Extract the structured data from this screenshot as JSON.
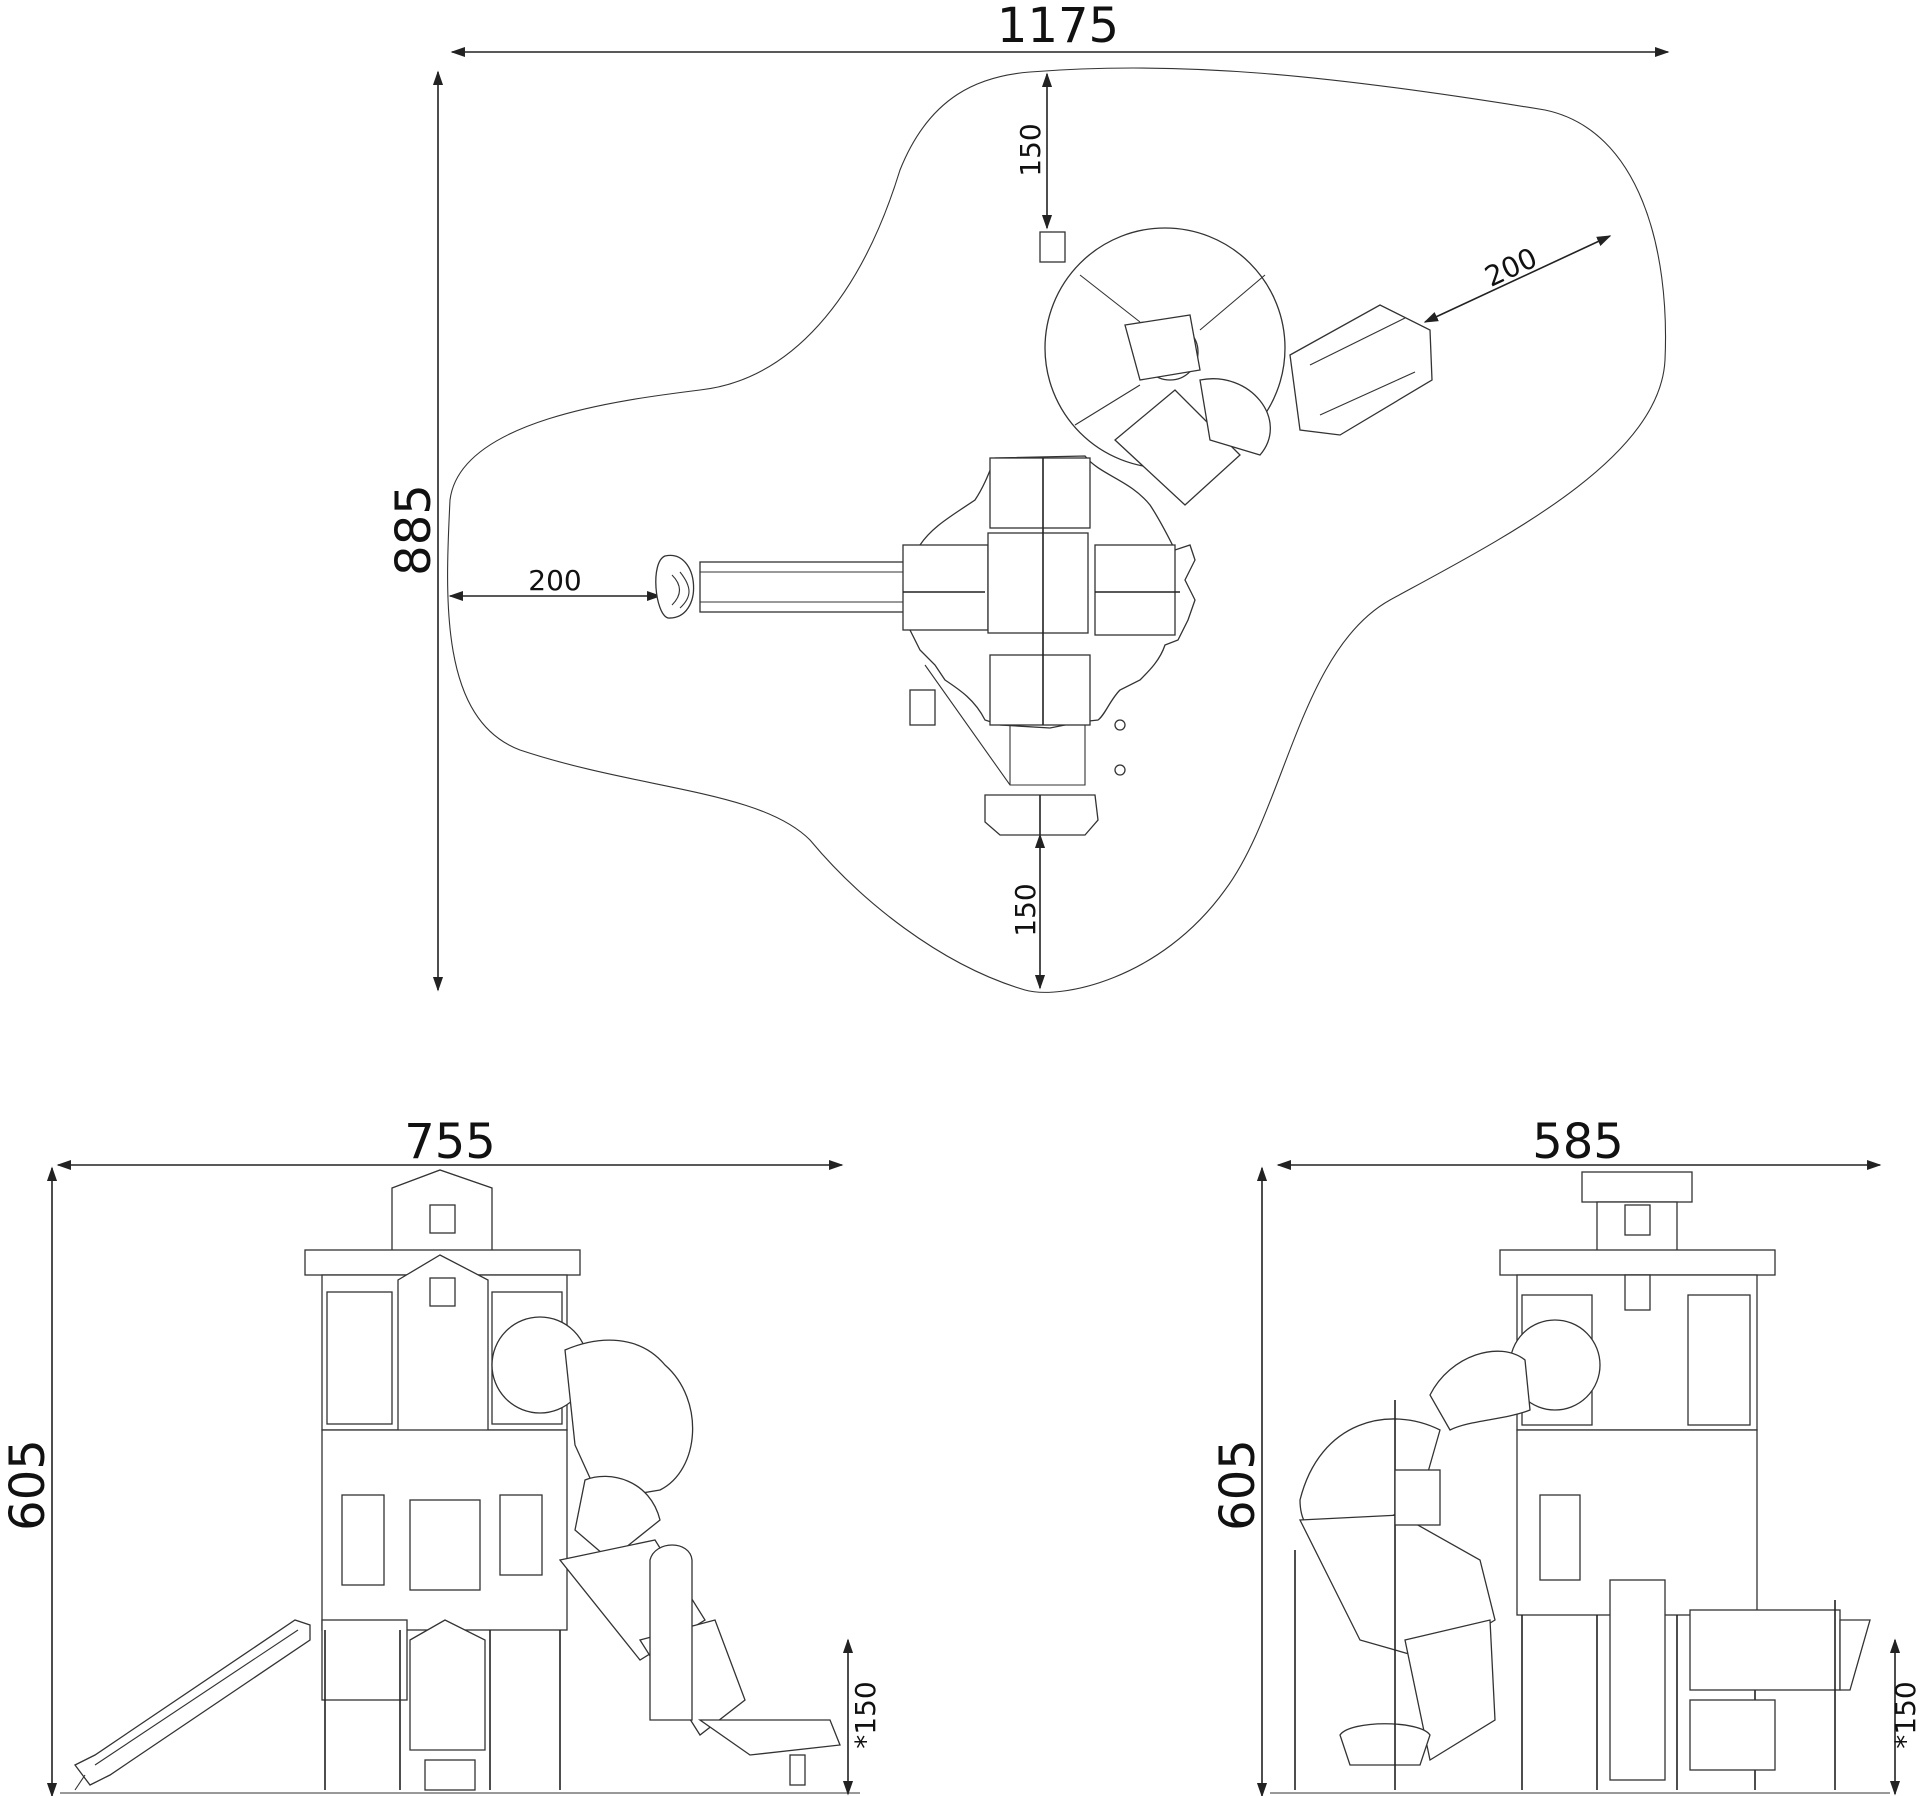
{
  "plan": {
    "overall_width": "1175",
    "overall_depth": "885",
    "clearance_top": "150",
    "clearance_bottom": "150",
    "clearance_left": "200",
    "clearance_right": "200"
  },
  "elevation_left": {
    "width": "755",
    "height": "605",
    "platform_note": "*150"
  },
  "elevation_right": {
    "width": "585",
    "height": "605",
    "platform_note": "*150"
  }
}
